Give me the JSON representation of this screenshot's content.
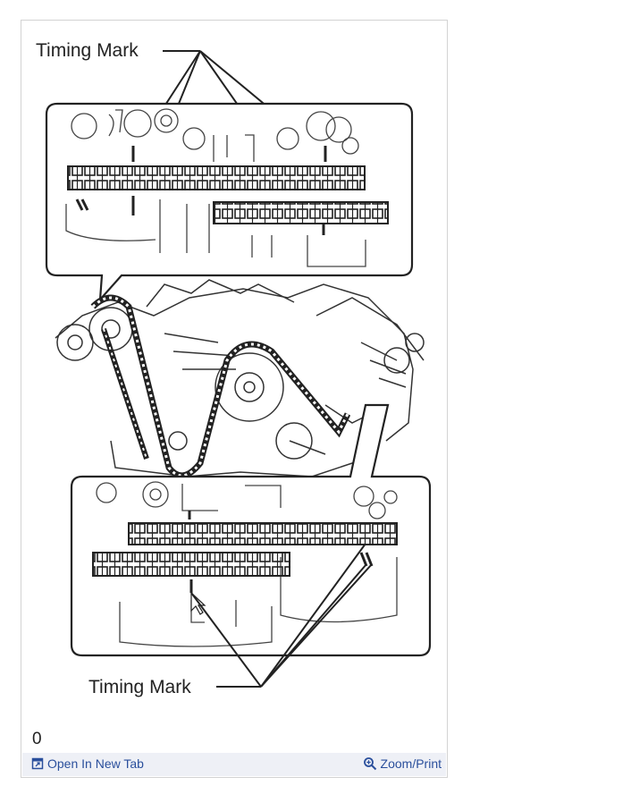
{
  "figure": {
    "label_top": "Timing Mark",
    "label_bottom": "Timing Mark"
  },
  "caption": "0",
  "footer": {
    "open_new_tab": "Open In New Tab",
    "zoom_print": "Zoom/Print",
    "open_icon": "open-in-new-tab-icon",
    "zoom_icon": "magnifier-plus-icon"
  },
  "colors": {
    "link": "#2a4f9c",
    "bar_bg": "#eef0f6",
    "line": "#222222"
  }
}
